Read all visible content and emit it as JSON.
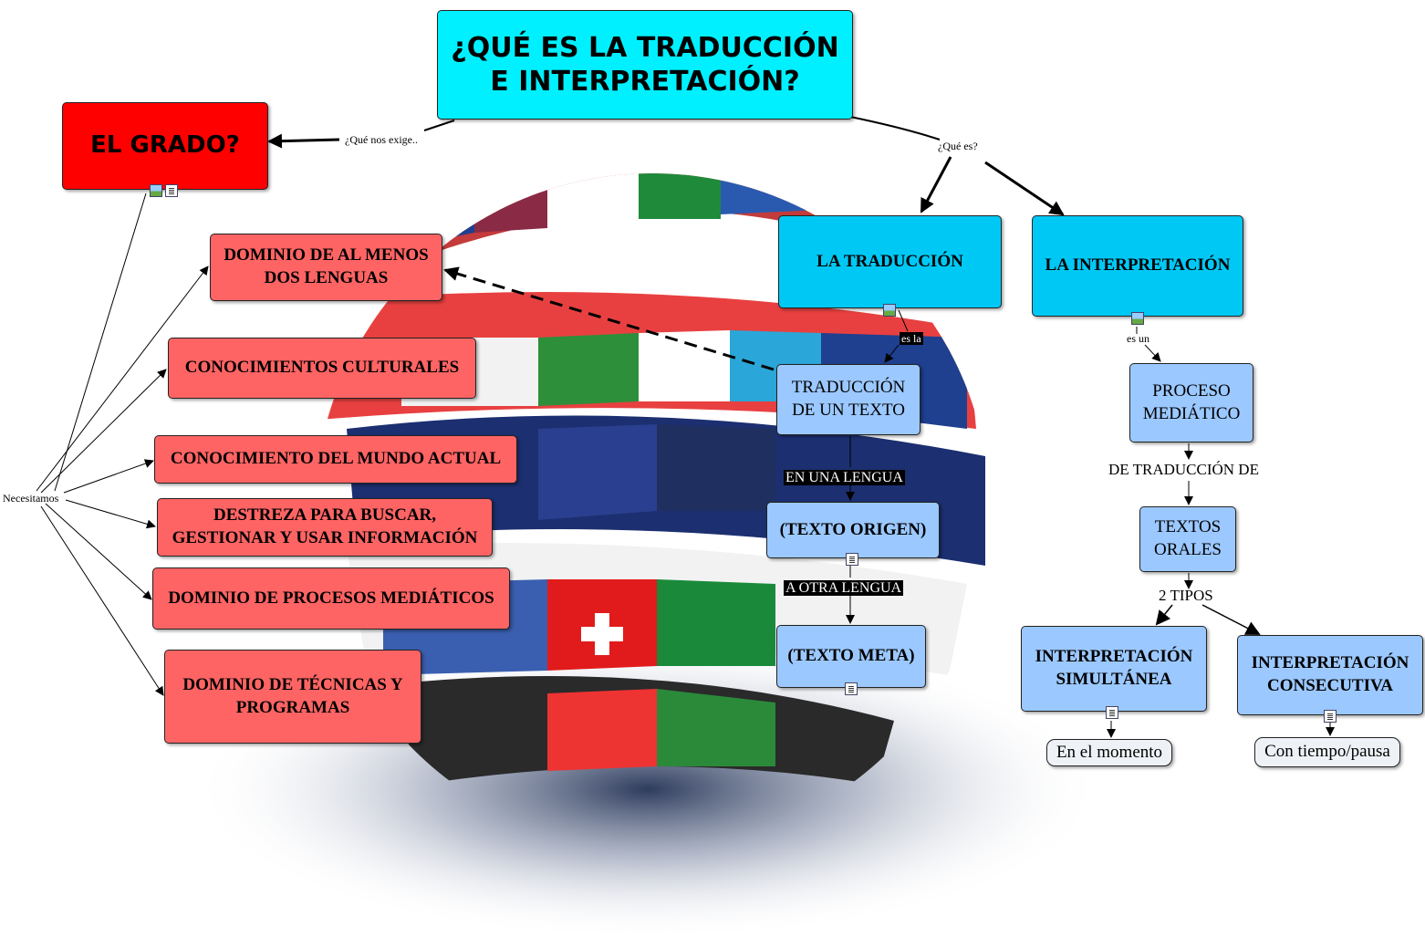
{
  "title": {
    "line1": "¿QUÉ ES LA TRADUCCIÓN",
    "line2": "E INTERPRETACIÓN?"
  },
  "grado": "EL GRADO?",
  "links": {
    "que_nos_exige": "¿Qué nos exige..",
    "que_es": "¿Qué es?",
    "necesitamos": "Necesitamos",
    "es_la": "es la",
    "es_un": "es un",
    "en_una_lengua": "EN UNA LENGUA",
    "a_otra_lengua": "A OTRA LENGUA",
    "de_traduccion_de": "DE TRADUCCIÓN DE",
    "dos_tipos": "2 TIPOS"
  },
  "requisitos": [
    {
      "line1": "DOMINIO DE AL MENOS",
      "line2": "DOS LENGUAS"
    },
    {
      "line1": "CONOCIMIENTOS CULTURALES",
      "line2": ""
    },
    {
      "line1": "CONOCIMIENTO DEL MUNDO ACTUAL",
      "line2": ""
    },
    {
      "line1": "DESTREZA PARA BUSCAR,",
      "line2": "GESTIONAR Y USAR INFORMACIÓN"
    },
    {
      "line1": "DOMINIO DE PROCESOS MEDIÁTICOS",
      "line2": ""
    },
    {
      "line1": "DOMINIO DE TÉCNICAS Y",
      "line2": "PROGRAMAS"
    }
  ],
  "traduccion": {
    "head": "LA TRADUCCIÓN",
    "texto": {
      "line1": "TRADUCCIÓN",
      "line2": "DE UN TEXTO"
    },
    "origen": "(TEXTO ORIGEN)",
    "meta": "(TEXTO META)"
  },
  "interpretacion": {
    "head": "LA INTERPRETACIÓN",
    "proceso": {
      "line1": "PROCESO",
      "line2": "MEDIÁTICO"
    },
    "textos": {
      "line1": "TEXTOS",
      "line2": "ORALES"
    },
    "simultanea": {
      "line1": "INTERPRETACIÓN",
      "line2": "SIMULTÁNEA"
    },
    "consecutiva": {
      "line1": "INTERPRETACIÓN",
      "line2": "CONSECUTIVA"
    },
    "momento": "En el momento",
    "pausa": "Con tiempo/pausa"
  },
  "colors": {
    "red": "#ff0000",
    "salmon": "#ff6464",
    "cyan": "#00f0ff",
    "blue": "#00c8f5",
    "lightblue": "#9bc8ff"
  }
}
